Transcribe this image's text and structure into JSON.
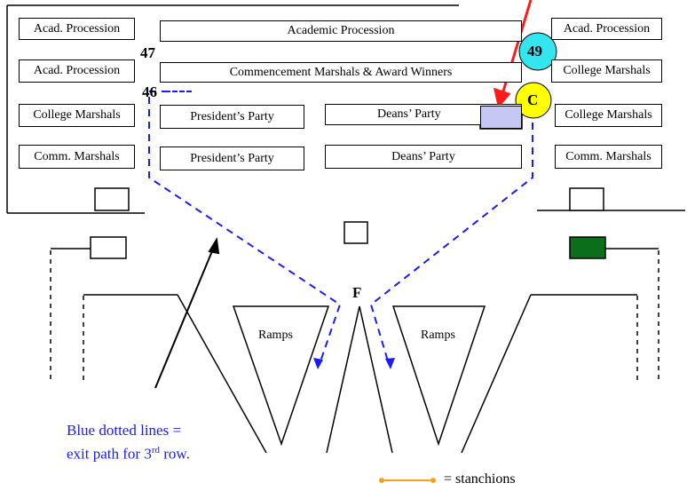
{
  "colors": {
    "path_blue": "#1a1aff",
    "arrow_red": "#ff1a1a",
    "circle_49": "#33e5ee",
    "circle_c": "#ffff00",
    "highlight_box": "#c5c8f2",
    "green_box": "#0b6e1a",
    "stanchion": "#f5a01e",
    "note_blue": "#1a1aff"
  },
  "rows": {
    "row1": {
      "left": "Acad. Procession",
      "center": "Academic Procession",
      "right": "Acad. Procession"
    },
    "row2": {
      "left": "Acad. Procession",
      "center": "Commencement Marshals & Award Winners",
      "right": "College Marshals"
    },
    "row3": {
      "left": "College Marshals",
      "president": "President’s Party",
      "deans": "Deans’ Party",
      "right": "College Marshals"
    },
    "row4": {
      "left": "Comm. Marshals",
      "president": "President’s Party",
      "deans": "Deans’ Party",
      "right": "Comm. Marshals"
    }
  },
  "markers": {
    "n47": "47",
    "n46": "46",
    "n49": "49",
    "c": "C",
    "f": "F"
  },
  "ramps": [
    "Ramps",
    "Ramps"
  ],
  "note": {
    "line1": "Blue dotted lines =",
    "line2_pre": "exit path for 3",
    "line2_sup": "rd",
    "line2_post": " row."
  },
  "legend": {
    "stanchions": "= stanchions"
  }
}
